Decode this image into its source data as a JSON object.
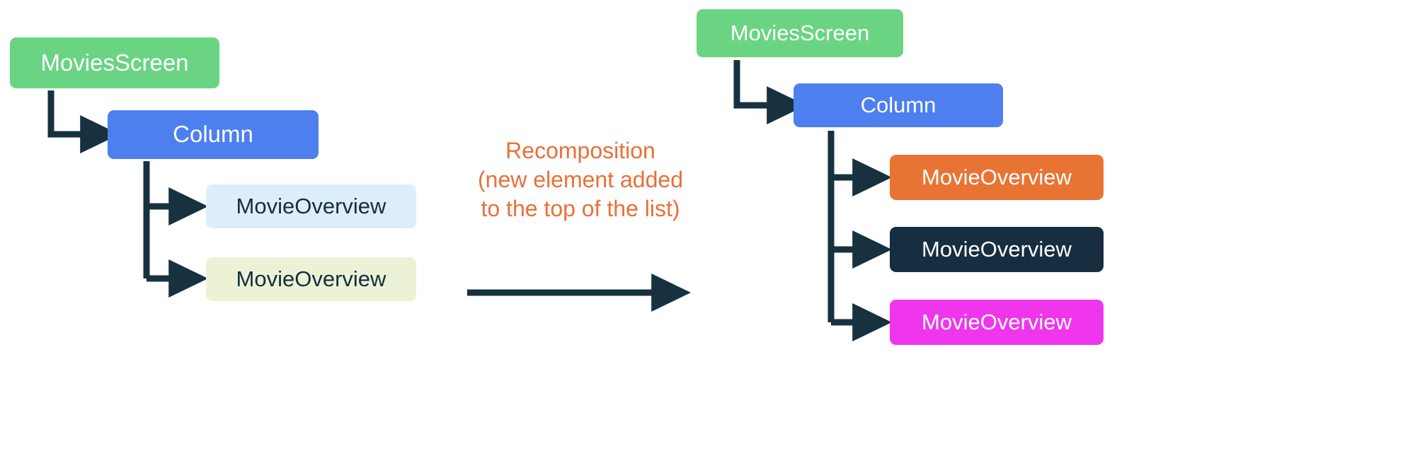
{
  "diagram": {
    "title_text": "Recomposition (new element added to the top of the list)",
    "colors": {
      "green": "#6ad483",
      "blue": "#4d7fee",
      "light_blue": "#ddeefb",
      "pale_green": "#ecf2d5",
      "orange_box": "#e87434",
      "dark_navy": "#172d40",
      "magenta": "#ef36ed",
      "caption_orange": "#e8703a",
      "connector": "#17313f",
      "background": "#ffffff"
    }
  },
  "left_tree": {
    "root": {
      "label": "MoviesScreen"
    },
    "column": {
      "label": "Column"
    },
    "children": [
      {
        "label": "MovieOverview"
      },
      {
        "label": "MovieOverview"
      }
    ]
  },
  "center": {
    "caption": "Recomposition\n(new element added\nto the top of the list)",
    "caption_lines": [
      "Recomposition",
      "(new element added",
      "to the top of the list)"
    ],
    "arrow": "transition-arrow-right"
  },
  "right_tree": {
    "root": {
      "label": "MoviesScreen"
    },
    "column": {
      "label": "Column"
    },
    "children": [
      {
        "label": "MovieOverview"
      },
      {
        "label": "MovieOverview"
      },
      {
        "label": "MovieOverview"
      }
    ]
  }
}
